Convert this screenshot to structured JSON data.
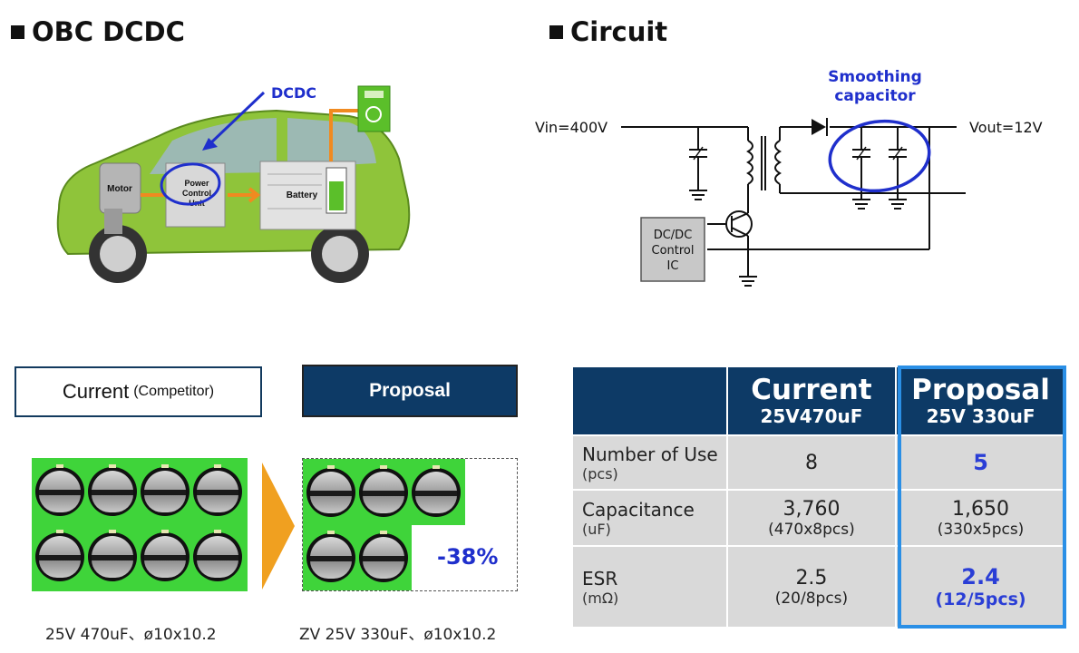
{
  "left_section": {
    "title": "OBC DCDC"
  },
  "right_section": {
    "title": "Circuit"
  },
  "car_diagram": {
    "dcdc_label": "DCDC",
    "motor_label": "Motor",
    "pcu_label_1": "Power",
    "pcu_label_2": "Control",
    "pcu_label_3": "Unit",
    "battery_label": "Battery"
  },
  "circuit": {
    "vin_label": "Vin=400V",
    "vout_label": "Vout=12V",
    "smoothing_label_1": "Smoothing",
    "smoothing_label_2": "capacitor",
    "ic_label_1": "DC/DC",
    "ic_label_2": "Control",
    "ic_label_3": "IC"
  },
  "comparison_boxes": {
    "current_label": "Current",
    "current_sub": "(Competitor)",
    "proposal_label": "Proposal",
    "reduction": "-38%",
    "current_caption": "25V 470uF、ø10x10.2",
    "proposal_caption": "ZV 25V 330uF、ø10x10.2",
    "current_cap_count": 8,
    "proposal_cap_count": 5
  },
  "table": {
    "headers": [
      {
        "title": "Current",
        "sub": "25V470uF"
      },
      {
        "title": "Proposal",
        "sub": "25V 330uF"
      }
    ],
    "rows": [
      {
        "label": "Number of Use",
        "unit": "(pcs)",
        "current": "8",
        "current_sub": "",
        "proposal": "5",
        "proposal_sub": ""
      },
      {
        "label": "Capacitance",
        "unit": "(uF)",
        "current": "3,760",
        "current_sub": "(470x8pcs)",
        "proposal": "1,650",
        "proposal_sub": "(330x5pcs)"
      },
      {
        "label": "ESR",
        "unit": "(mΩ)",
        "current": "2.5",
        "current_sub": "(20/8pcs)",
        "proposal": "2.4",
        "proposal_sub": "(12/5pcs)"
      }
    ]
  },
  "colors": {
    "navy": "#0d3a66",
    "highlight_blue": "#2a3ed6",
    "board_green": "#3fd43a",
    "arrow_orange": "#f0a020",
    "frame_blue": "#2a8fe6"
  }
}
